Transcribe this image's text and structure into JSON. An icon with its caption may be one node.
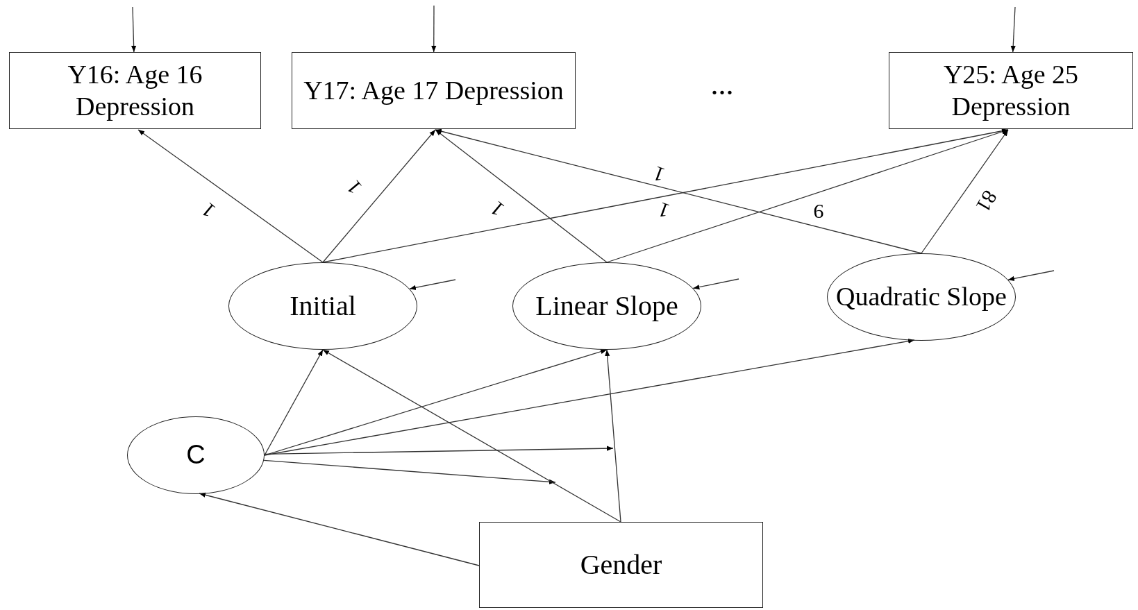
{
  "diagram": {
    "nodes": [
      {
        "text": [
          "Y16: Age 16 Depression"
        ]
      },
      {
        "text": [
          "Y17: Age 17 Depression"
        ]
      },
      {
        "text": [
          "Y25: Age 25 Depression"
        ]
      },
      {
        "text": [
          "Initial"
        ]
      },
      {
        "text": [
          "Linear Slope"
        ]
      },
      {
        "text": [
          "Quadratic Slope"
        ]
      },
      {
        "text": [
          "C"
        ]
      },
      {
        "text": [
          "Gender"
        ]
      }
    ],
    "edges": [
      {
        "from": 3,
        "to": 0,
        "arrow": "to",
        "label": "1"
      },
      {
        "from": 3,
        "to": 1,
        "arrow": "to",
        "label": "1"
      },
      {
        "from": 3,
        "to": 2,
        "arrow": "to",
        "label": "1"
      },
      {
        "from": 4,
        "to": 1,
        "arrow": "to",
        "label": "1"
      },
      {
        "from": 4,
        "to": 2,
        "arrow": "to",
        "label": "9"
      },
      {
        "from": 5,
        "to": 1,
        "arrow": "to",
        "label": "1"
      },
      {
        "from": 5,
        "to": 2,
        "arrow": "to",
        "label": "81"
      },
      {
        "from": 6,
        "to": 3,
        "arrow": "to"
      },
      {
        "from": 6,
        "to": 4,
        "arrow": "to"
      },
      {
        "from": 6,
        "to": 5,
        "arrow": "to"
      },
      {
        "from": 6,
        "to": null,
        "arrow": "to"
      },
      {
        "from": 6,
        "to": null,
        "arrow": "to"
      },
      {
        "from": 7,
        "to": 6,
        "arrow": "to"
      },
      {
        "from": 7,
        "to": 3,
        "arrow": "to"
      },
      {
        "from": 7,
        "to": 4,
        "arrow": "to"
      },
      {
        "from": null,
        "to": 0,
        "arrow": "to"
      },
      {
        "from": null,
        "to": 1,
        "arrow": "to"
      },
      {
        "from": null,
        "to": 2,
        "arrow": "to"
      },
      {
        "from": null,
        "to": 3,
        "arrow": "to"
      },
      {
        "from": null,
        "to": 4,
        "arrow": "to"
      },
      {
        "from": null,
        "to": 5,
        "arrow": "to"
      }
    ],
    "labels": [
      "..."
    ]
  }
}
